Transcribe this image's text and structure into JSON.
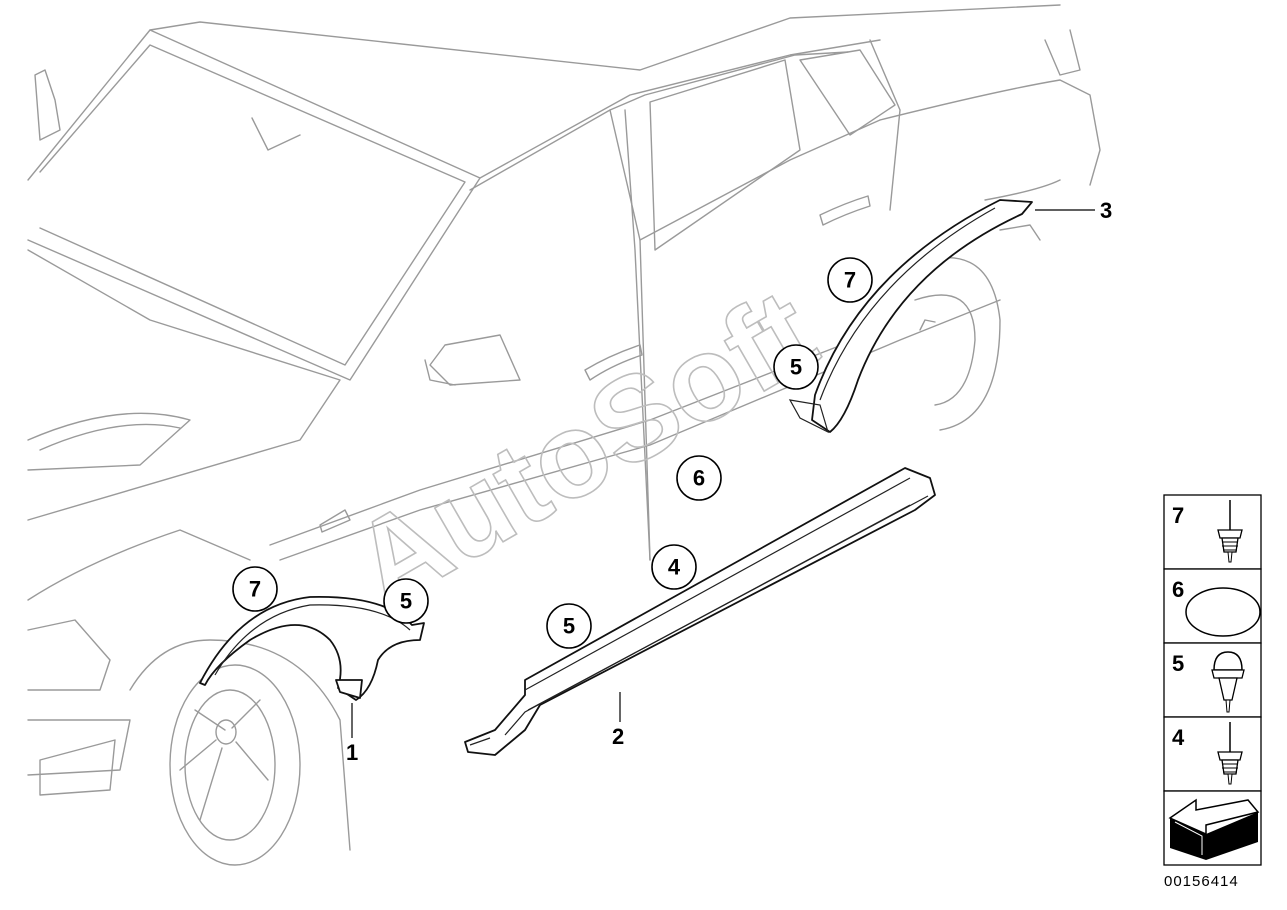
{
  "watermark": "AutoSoft",
  "document_number": "00156414",
  "callouts": [
    {
      "id": "callout-1",
      "label": "1"
    },
    {
      "id": "callout-2",
      "label": "2"
    },
    {
      "id": "callout-3",
      "label": "3"
    },
    {
      "id": "callout-4",
      "label": "4"
    },
    {
      "id": "callout-5a",
      "label": "5"
    },
    {
      "id": "callout-5b",
      "label": "5"
    },
    {
      "id": "callout-5c",
      "label": "5"
    },
    {
      "id": "callout-6",
      "label": "6"
    },
    {
      "id": "callout-7a",
      "label": "7"
    },
    {
      "id": "callout-7b",
      "label": "7"
    }
  ],
  "legend": [
    {
      "label": "7",
      "icon": "expanding-rivet-icon"
    },
    {
      "label": "6",
      "icon": "round-pad-icon"
    },
    {
      "label": "5",
      "icon": "push-clip-icon"
    },
    {
      "label": "4",
      "icon": "expanding-rivet-icon"
    },
    {
      "label": "",
      "icon": "direction-arrow-icon"
    }
  ]
}
